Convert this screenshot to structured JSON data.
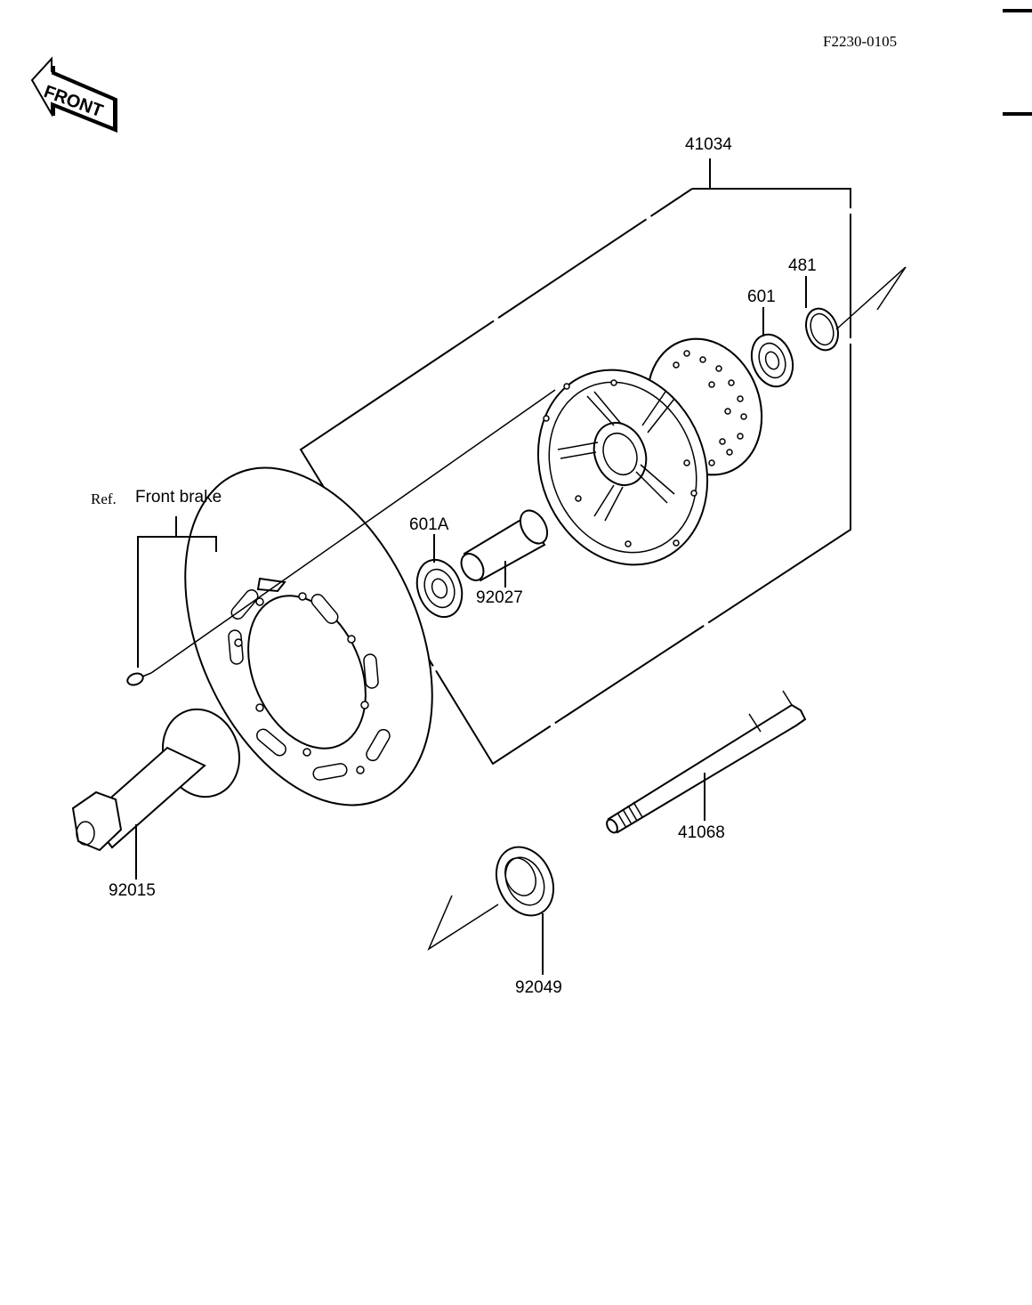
{
  "diagram_code": "F2230-0105",
  "front_tag": "FRONT",
  "ref_label": "Ref.",
  "ref_title": "Front brake",
  "parts": [
    {
      "id": "41034"
    },
    {
      "id": "481"
    },
    {
      "id": "601"
    },
    {
      "id": "601A"
    },
    {
      "id": "92027"
    },
    {
      "id": "41068"
    },
    {
      "id": "92015"
    },
    {
      "id": "92049"
    }
  ]
}
